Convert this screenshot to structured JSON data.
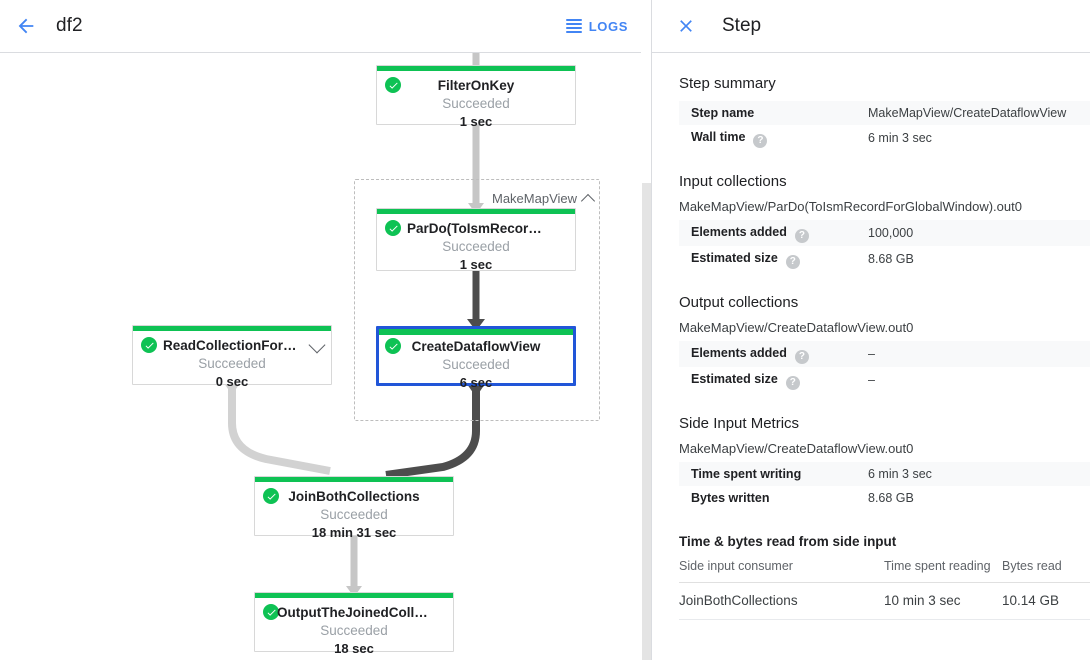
{
  "topbar": {
    "back_icon": "arrow-back-icon",
    "job_title": "df2",
    "logs_label": "LOGS",
    "logs_icon": "list-icon",
    "accent": "#4285f4"
  },
  "graph": {
    "group": {
      "label": "MakeMapView",
      "collapse_icon": "chevron-up-icon"
    },
    "status_color": "#0ec254",
    "selected_color": "#2156d8",
    "nodes": [
      {
        "id": "filter-on-key",
        "title": "FilterOnKey",
        "status": "Succeeded",
        "time": "1 sec",
        "selected": false,
        "expandable": false
      },
      {
        "id": "pardo-toism",
        "title": "ParDo(ToIsmRecordFor…)",
        "status": "Succeeded",
        "time": "1 sec",
        "selected": false,
        "expandable": false
      },
      {
        "id": "create-dataflow-view",
        "title": "CreateDataflowView",
        "status": "Succeeded",
        "time": "6 sec",
        "selected": true,
        "expandable": false
      },
      {
        "id": "read-collection-for-join",
        "title": "ReadCollectionForJoin",
        "status": "Succeeded",
        "time": "0 sec",
        "selected": false,
        "expandable": true
      },
      {
        "id": "join-both-collections",
        "title": "JoinBothCollections",
        "status": "Succeeded",
        "time": "18 min 31 sec",
        "selected": false,
        "expandable": false
      },
      {
        "id": "output-the-joined",
        "title": "OutputTheJoinedCollec…",
        "status": "Succeeded",
        "time": "18 sec",
        "selected": false,
        "expandable": false
      }
    ]
  },
  "details": {
    "close_icon": "close-icon",
    "title": "Step",
    "step_summary": {
      "heading": "Step summary",
      "rows": [
        {
          "key": "Step name",
          "value": "MakeMapView/CreateDataflowView",
          "help": false
        },
        {
          "key": "Wall time",
          "value": "6 min 3 sec",
          "help": true
        }
      ]
    },
    "input_collections": {
      "heading": "Input collections",
      "name": "MakeMapView/ParDo(ToIsmRecordForGlobalWindow).out0",
      "rows": [
        {
          "key": "Elements added",
          "value": "100,000",
          "help": true
        },
        {
          "key": "Estimated size",
          "value": "8.68 GB",
          "help": true
        }
      ]
    },
    "output_collections": {
      "heading": "Output collections",
      "name": "MakeMapView/CreateDataflowView.out0",
      "rows": [
        {
          "key": "Elements added",
          "value": "–",
          "help": true
        },
        {
          "key": "Estimated size",
          "value": "–",
          "help": true
        }
      ]
    },
    "side_input_metrics": {
      "heading": "Side Input Metrics",
      "name": "MakeMapView/CreateDataflowView.out0",
      "rows": [
        {
          "key": "Time spent writing",
          "value": "6 min 3 sec",
          "help": false
        },
        {
          "key": "Bytes written",
          "value": "8.68 GB",
          "help": false
        }
      ]
    },
    "side_input_table": {
      "heading": "Time & bytes read from side input",
      "columns": [
        "Side input consumer",
        "Time spent reading",
        "Bytes read"
      ],
      "rows": [
        [
          "JoinBothCollections",
          "10 min 3 sec",
          "10.14 GB"
        ]
      ]
    }
  }
}
